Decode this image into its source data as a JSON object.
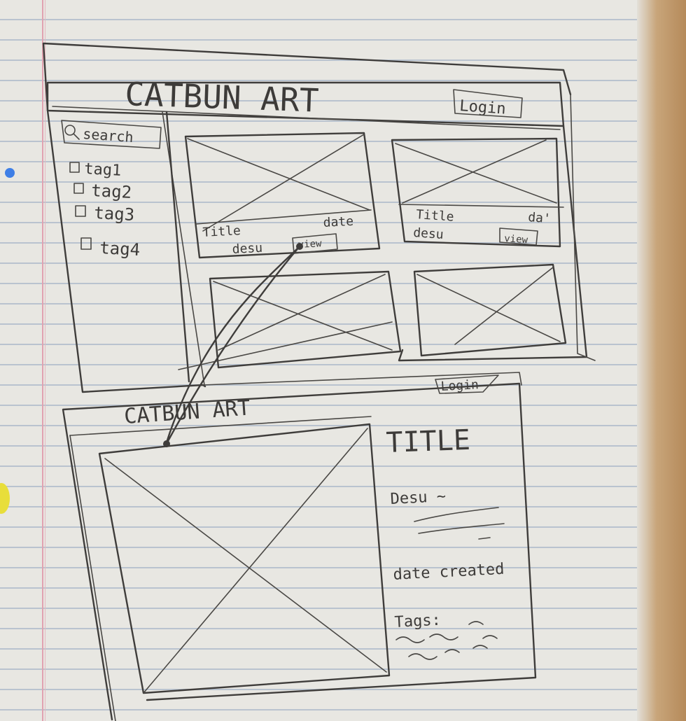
{
  "page1": {
    "title": "CATBUN ART",
    "login_label": "Login",
    "search_label": "search",
    "tags": [
      "tag1",
      "tag2",
      "tag3",
      "tag4"
    ],
    "cards": [
      {
        "title": "Title",
        "date": "date",
        "desc": "desu",
        "view": "view"
      },
      {
        "title": "Title",
        "date": "da'",
        "desc": "desu",
        "view": "view"
      }
    ]
  },
  "page2": {
    "title": "CATBUN ART",
    "login_label": "Login",
    "art_title": "TITLE",
    "desc_label": "Desu ~",
    "date_label": "date created",
    "tags_label": "Tags:"
  },
  "colors": {
    "ink": "#3f3d3b",
    "paper": "#e8e7e2",
    "rule": "#b9c3cf",
    "margin": "#e1a2b0"
  }
}
